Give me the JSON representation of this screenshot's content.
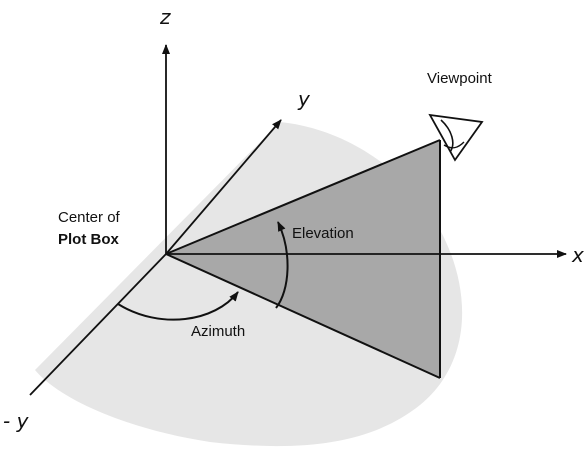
{
  "labels": {
    "z_axis": "z",
    "y_axis": "y",
    "x_axis": "x",
    "neg_y_axis": "- y",
    "viewpoint": "Viewpoint",
    "center_line1": "Center of",
    "center_line2": "Plot Box",
    "elevation": "Elevation",
    "azimuth": "Azimuth"
  },
  "colors": {
    "background": "#ffffff",
    "half_disc": "#e6e6e6",
    "triangle": "#a8a8a8",
    "lines": "#111111"
  },
  "icons": {
    "viewpoint": "eye-icon"
  }
}
